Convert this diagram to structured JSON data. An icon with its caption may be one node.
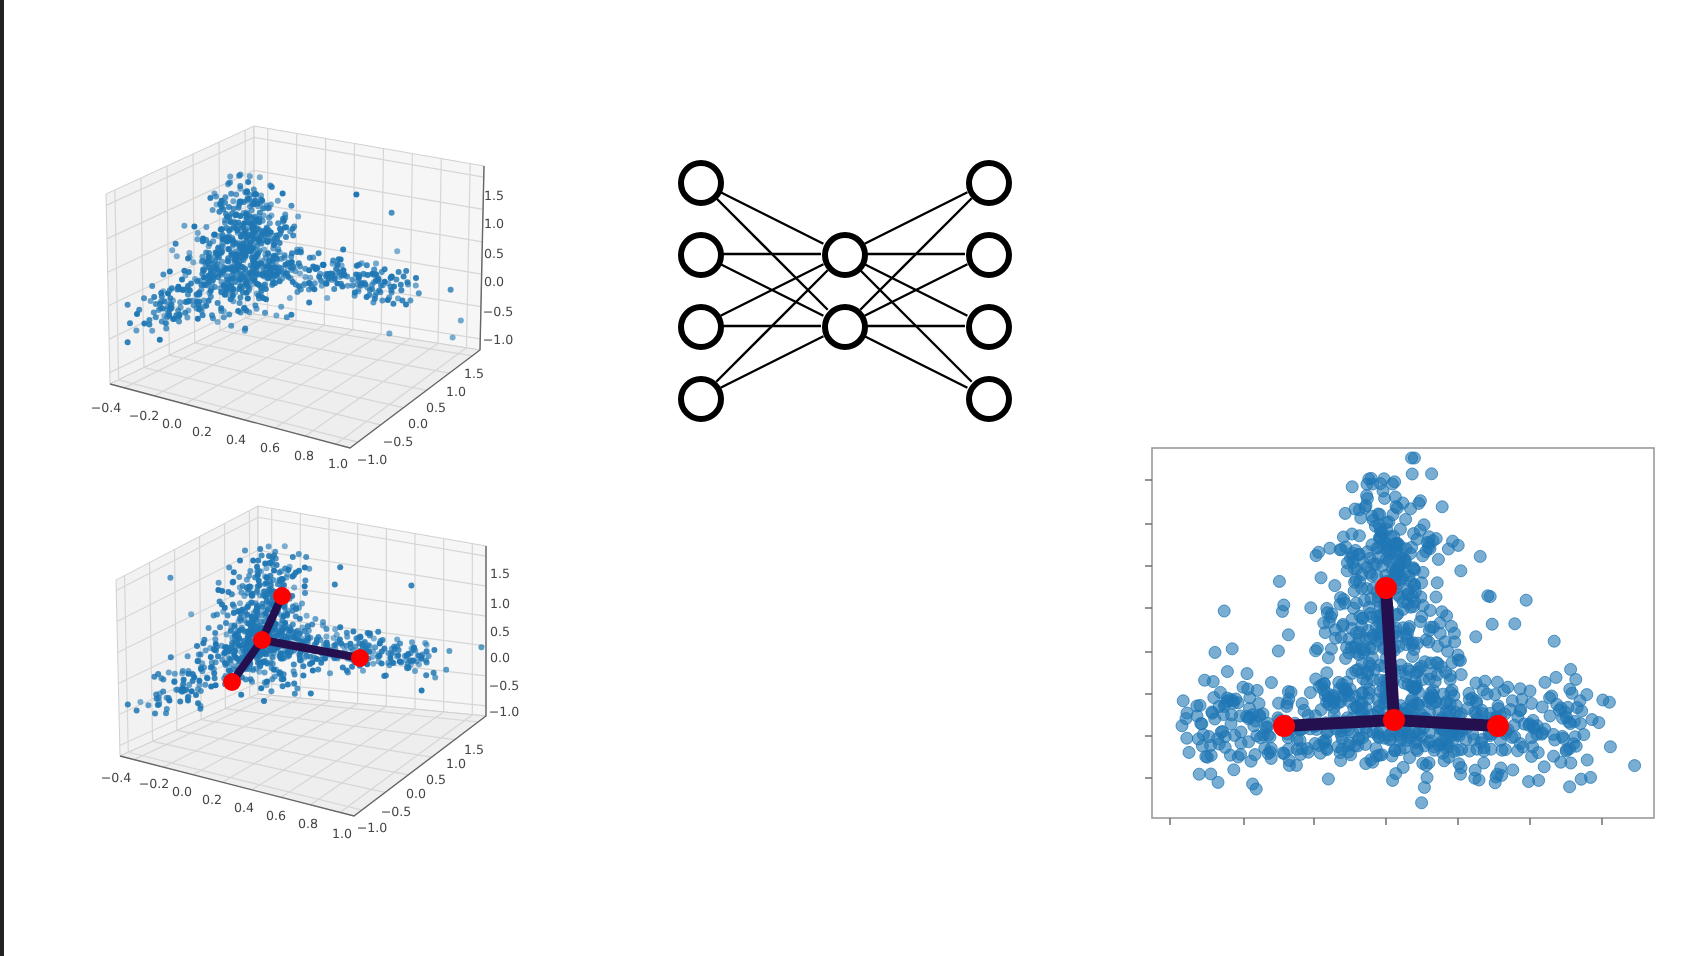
{
  "diagram": {
    "nodes": [
      {
        "text": [],
        "shape": "circle"
      },
      {
        "text": [],
        "shape": "circle"
      },
      {
        "text": [],
        "shape": "circle"
      },
      {
        "text": [],
        "shape": "circle"
      },
      {
        "text": [],
        "shape": "circle"
      },
      {
        "text": [],
        "shape": "circle"
      },
      {
        "text": [],
        "shape": "circle"
      },
      {
        "text": [],
        "shape": "circle"
      },
      {
        "text": [],
        "shape": "circle"
      },
      {
        "text": [],
        "shape": "circle"
      }
    ],
    "edges": [
      {
        "from": 0,
        "to": 4,
        "arrow": "none"
      },
      {
        "from": 0,
        "to": 5,
        "arrow": "none"
      },
      {
        "from": 1,
        "to": 4,
        "arrow": "none"
      },
      {
        "from": 1,
        "to": 5,
        "arrow": "none"
      },
      {
        "from": 2,
        "to": 4,
        "arrow": "none"
      },
      {
        "from": 2,
        "to": 5,
        "arrow": "none"
      },
      {
        "from": 3,
        "to": 4,
        "arrow": "none"
      },
      {
        "from": 3,
        "to": 5,
        "arrow": "none"
      },
      {
        "from": 4,
        "to": 6,
        "arrow": "none"
      },
      {
        "from": 4,
        "to": 7,
        "arrow": "none"
      },
      {
        "from": 4,
        "to": 8,
        "arrow": "none"
      },
      {
        "from": 4,
        "to": 9,
        "arrow": "none"
      },
      {
        "from": 5,
        "to": 6,
        "arrow": "none"
      },
      {
        "from": 5,
        "to": 7,
        "arrow": "none"
      },
      {
        "from": 5,
        "to": 8,
        "arrow": "none"
      },
      {
        "from": 5,
        "to": 9,
        "arrow": "none"
      }
    ],
    "labels": [
      "1.5",
      "1.0",
      "0.5",
      "0.0",
      "−0.5",
      "−1.0",
      "−0.4",
      "−0.2",
      "0.0",
      "0.2",
      "0.4",
      "0.6",
      "0.8",
      "1.0",
      "1.5",
      "1.0",
      "0.5",
      "0.0",
      "−0.5",
      "−1.0",
      "1.5",
      "1.0",
      "0.5",
      "0.0",
      "−0.5",
      "−1.0",
      "−0.4",
      "−0.2",
      "0.0",
      "0.2",
      "0.4",
      "0.6",
      "0.8",
      "1.0",
      "1.5",
      "1.0",
      "0.5",
      "0.0",
      "−0.5",
      "−1.0"
    ]
  }
}
